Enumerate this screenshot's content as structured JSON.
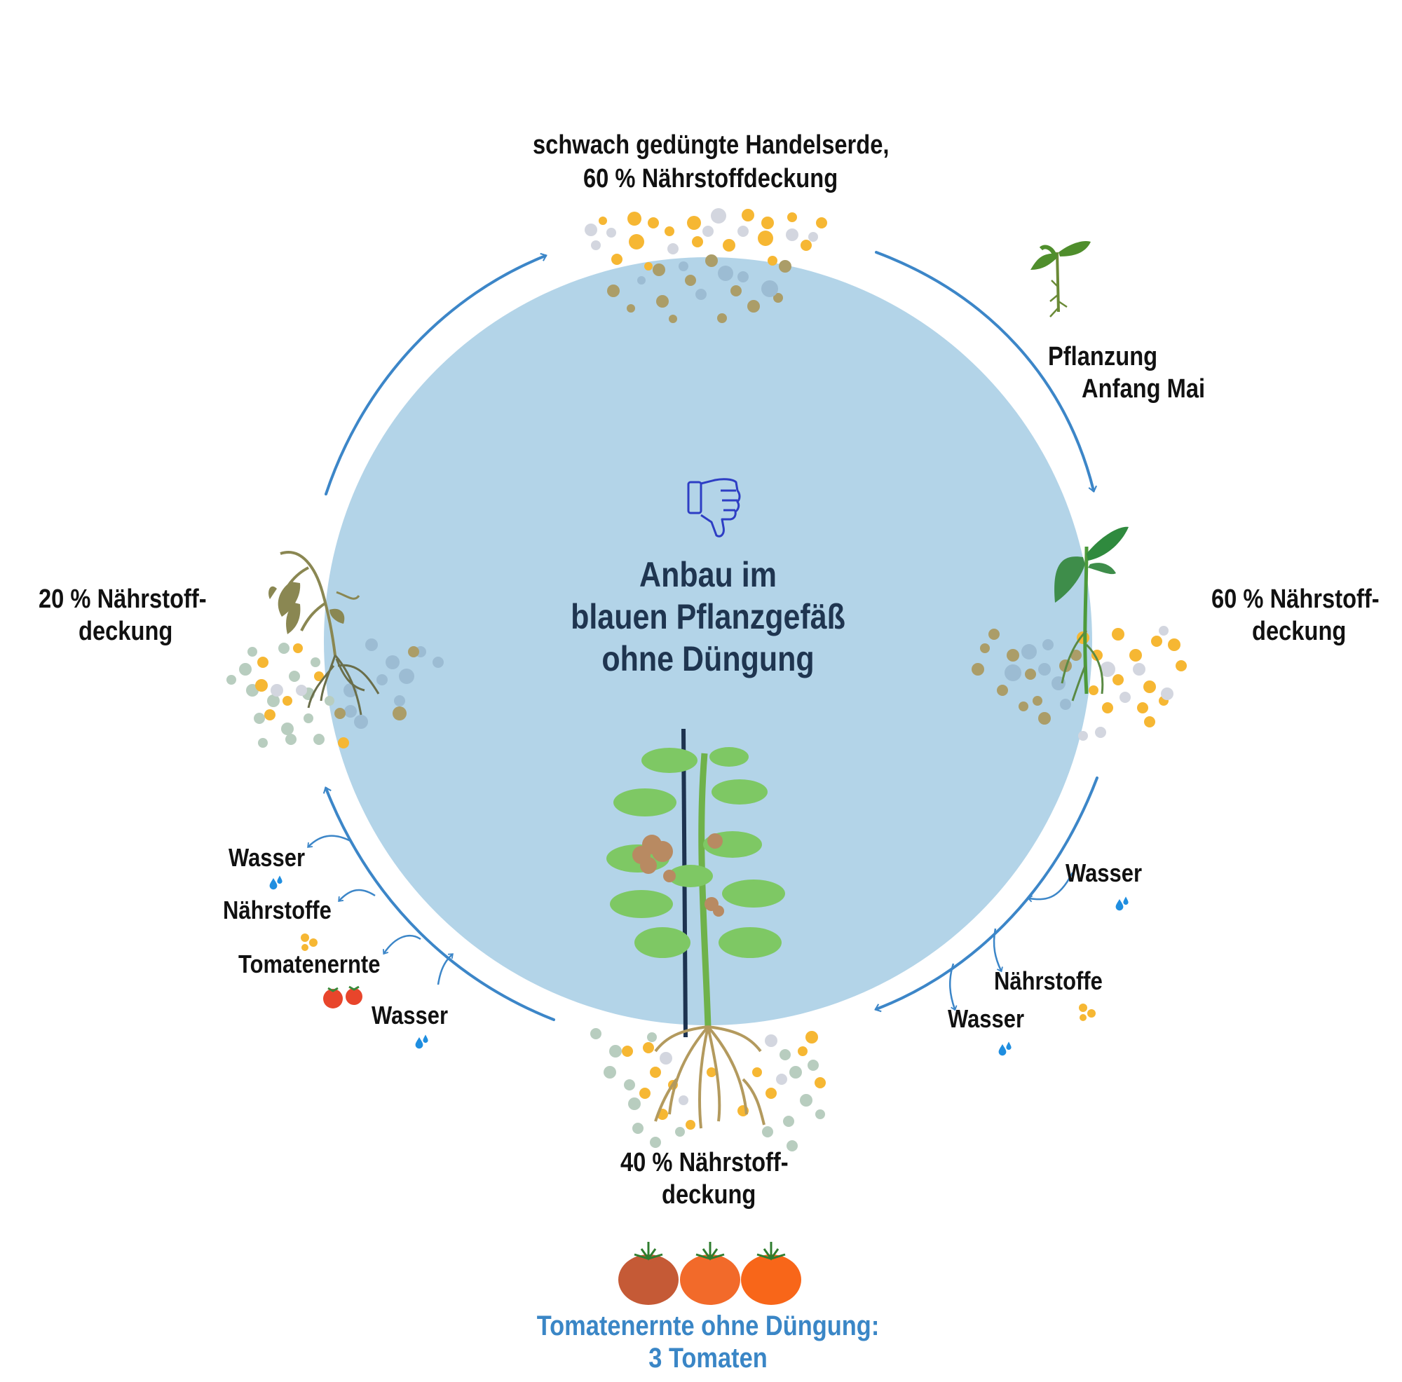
{
  "colors": {
    "circle": "#b3d4e8",
    "arrow": "#3c86c8",
    "label": "#111111",
    "center_title": "#1f3550",
    "harvest_text": "#3a86c6",
    "nutrient_orange": "#f6b733",
    "soil_grey": "#d3d6df",
    "soil_khaki": "#ab9d68",
    "soil_sage": "#b8cdbf",
    "leaf_green": "#7ec864",
    "stem_green": "#4c9a3a",
    "wilted_olive": "#8a8752",
    "tomato_red": "#e8522b",
    "water_blue": "#1f8ee0",
    "thumb_icon": "#2e3ec4"
  },
  "labels": {
    "top_line1": "schwach gedüngte Handelserde,",
    "top_line2": "60 % Nährstoffdeckung",
    "planting_line1": "Pflanzung",
    "planting_line2": "Anfang Mai",
    "right_line1": "60 % Nährstoff-",
    "right_line2": "deckung",
    "left_line1": "20 % Nährstoff-",
    "left_line2": "deckung",
    "bottom_line1": "40 % Nährstoff-",
    "bottom_line2": "deckung",
    "center_line1": "Anbau im",
    "center_line2": "blauen Pflanzgefäß",
    "center_line3": "ohne Düngung",
    "harvest_line1": "Tomatenernte ohne Düngung:",
    "harvest_line2": "3 Tomaten"
  },
  "flows": {
    "right_in_water": "Wasser",
    "right_nutrients": "Nährstoffe",
    "right_water": "Wasser",
    "left_water_top": "Wasser",
    "left_nutrients": "Nährstoffe",
    "left_harvest": "Tomatenernte",
    "left_water_bottom": "Wasser"
  },
  "icons": {
    "center": "thumbs-down-icon",
    "water": "water-drops-icon",
    "nutrients": "nutrient-pellets-icon",
    "tomato": "tomato-icon"
  }
}
